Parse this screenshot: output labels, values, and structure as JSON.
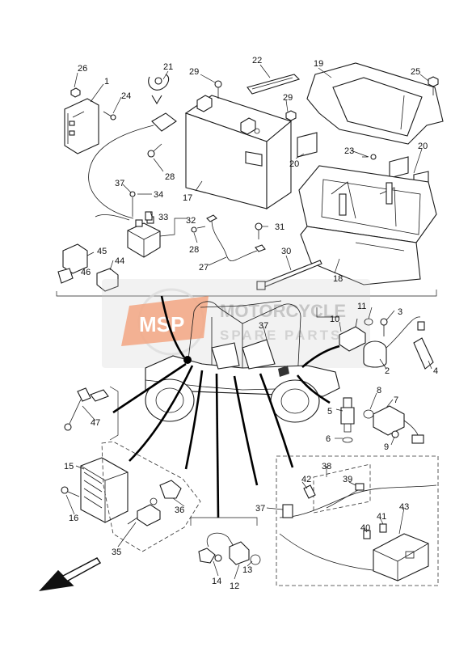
{
  "watermark": {
    "logo": "MSP",
    "line1": "MOTORCYCLE",
    "line2": "SPARE PARTS"
  },
  "callouts": {
    "c1": "1",
    "c2": "2",
    "c3": "3",
    "c4": "4",
    "c5": "5",
    "c6": "6",
    "c7": "7",
    "c8": "8",
    "c9": "9",
    "c10": "10",
    "c11": "11",
    "c12": "12",
    "c13": "13",
    "c14": "14",
    "c15": "15",
    "c16": "16",
    "c17": "17",
    "c18": "18",
    "c19": "19",
    "c20a": "20",
    "c20b": "20",
    "c21": "21",
    "c22": "22",
    "c23": "23",
    "c24": "24",
    "c25": "25",
    "c26": "26",
    "c27": "27",
    "c28a": "28",
    "c28b": "28",
    "c29a": "29",
    "c29b": "29",
    "c30": "30",
    "c31": "31",
    "c32": "32",
    "c33": "33",
    "c34": "34",
    "c35": "35",
    "c36": "36",
    "c37a": "37",
    "c37b": "37",
    "c37c": "37",
    "c38": "38",
    "c39": "39",
    "c40": "40",
    "c41": "41",
    "c42": "42",
    "c43": "43",
    "c44": "44",
    "c45": "45",
    "c46": "46",
    "c47": "47"
  },
  "colors": {
    "watermark_orange": "#f08a5a",
    "watermark_gray": "#b4b4b4"
  }
}
